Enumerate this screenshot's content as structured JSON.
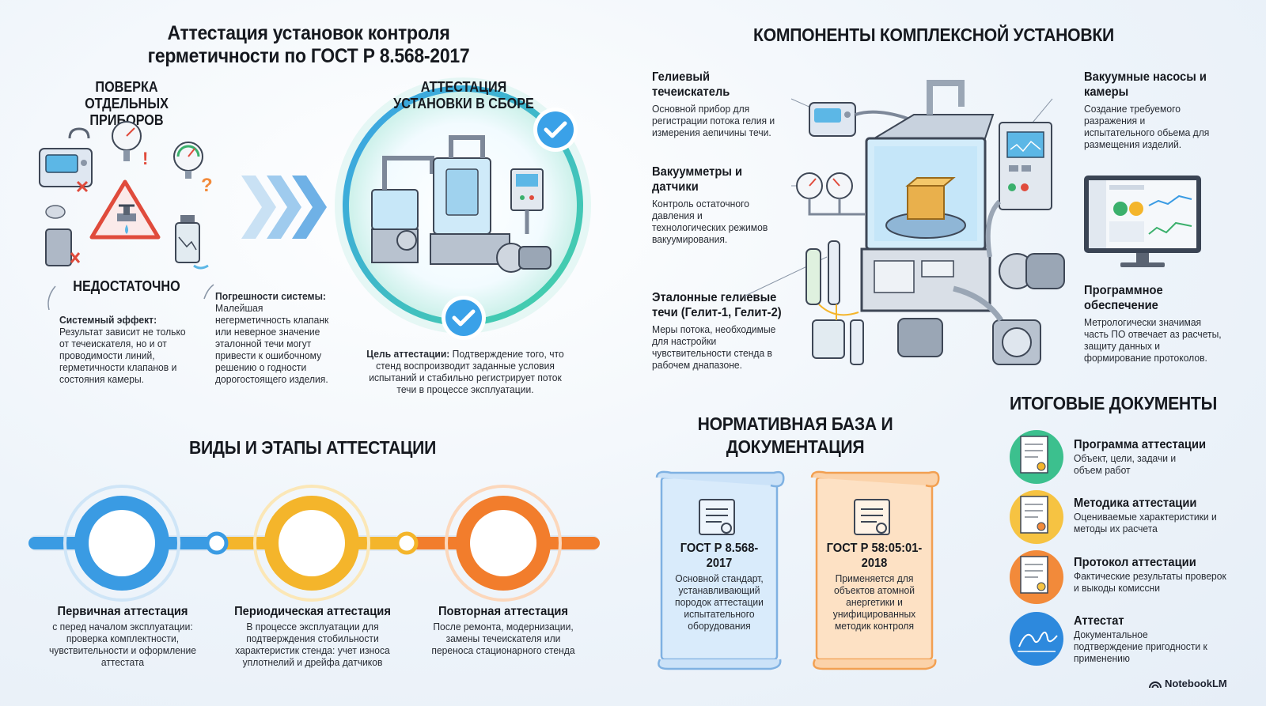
{
  "left": {
    "title": "Аттестация установок контроля герметичности по ГОСТ Р 8.568-2017",
    "section1": {
      "heading": "ПОВЕРКА ОТДЕЛЬНЫХ ПРИБОРОВ",
      "verdict": "НЕДОСТАТОЧНО",
      "system_effect_label": "Системный эффект:",
      "system_effect_text": "Результат зависит не только от течеискателя, но и от проводимости линий, герметичности клапанов и состояния камеры.",
      "errors_label": "Погрешности системы:",
      "errors_text": "Малейшая негерметичность клапанк или неверное значение эталонной течи могут привести к ошибочному решению о годности дорогостоящего изделия."
    },
    "section2": {
      "heading": "АТТЕСТАЦИЯ УСТАНОВКИ В СБОРЕ",
      "goal_label": "Цель аттестации:",
      "goal_text": "Подтверждение того, что стенд воспроизводит заданные условия испытаний и стабильно регистрирует поток течи в процессе эксплуатации."
    }
  },
  "stages": {
    "title": "ВИДЫ И ЭТАПЫ АТТЕСТАЦИИ",
    "items": [
      {
        "name": "Первичная аттестация",
        "text": "с перед началом эксплуатации: проверка комплектности, чувствительности и оформление аттестата",
        "color": "#3a9be3"
      },
      {
        "name": "Периодическая аттестация",
        "text": "В процессе эксплуатации для подтверждения стобильности характеристик стенда: учет износа уплотнелий и дрейфа датчиков",
        "color": "#f4b52b"
      },
      {
        "name": "Повторная аттестация",
        "text": "После ремонта, модернизации, замены течеискателя или переноса стационарного стенда",
        "color": "#f27d2c"
      }
    ]
  },
  "components": {
    "title": "КОМПОНЕНТЫ КОМПЛЕКСНОЙ УСТАНОВКИ",
    "left_items": [
      {
        "name": "Гелиевый течеискатель",
        "text": "Основной прибор для регистрации потока гелия и измерения аепичины течи."
      },
      {
        "name": "Вакуумметры и датчики",
        "text": "Контроль остаточного давления и технологических режимов вакуумирования."
      },
      {
        "name": "Эталонные гелиевые течи (Гелит-1, Гелит-2)",
        "text": "Меры потока, необходимые для настройки чувствительности стенда в рабочем днапазоне."
      }
    ],
    "right_items": [
      {
        "name": "Вакуумные насосы и камеры",
        "text": "Создание требуемого разражения и испытательного обьема для размещения изделий."
      },
      {
        "name": "Программное обеспечение",
        "text": "Метрологически значимая часть ПО отвечает аз расчеты, защиту данных и формирование протоколов."
      }
    ]
  },
  "normative": {
    "title": "НОРМАТИВНАЯ БАЗА И ДОКУМЕНТАЦИЯ",
    "docs": [
      {
        "code": "ГОСТ Р 8.568-2017",
        "text": "Основной стандарт, устанавливающий порoдок аттестации испытательного оборудования",
        "color": "#9fc7ee",
        "fill": "#d9ebfb"
      },
      {
        "code": "ГОСТ Р 58:05:01-2018",
        "text": "Применяется для объектов атомной анергетики и унифицированных методик контроля",
        "color": "#f4a253",
        "fill": "#fde1c4"
      }
    ]
  },
  "final_docs": {
    "title": "ИТОГОВЫЕ ДОКУМЕНТЫ",
    "items": [
      {
        "name": "Программа аттестации",
        "text": "Объект, цели, задачи и объем работ",
        "color": "#3cc08e"
      },
      {
        "name": "Методика аттестации",
        "text": "Оцениваемые характеристики и методы их расчета",
        "color": "#f6c342"
      },
      {
        "name": "Протокол аттестации",
        "text": "Фактические результаты проверок и выкоды комиссни",
        "color": "#f28a3a"
      },
      {
        "name": "Аттестат",
        "text": "Документальное подтверждение пригодности к применению",
        "color": "#2d89dd"
      }
    ]
  },
  "brand": "NotebookLM"
}
